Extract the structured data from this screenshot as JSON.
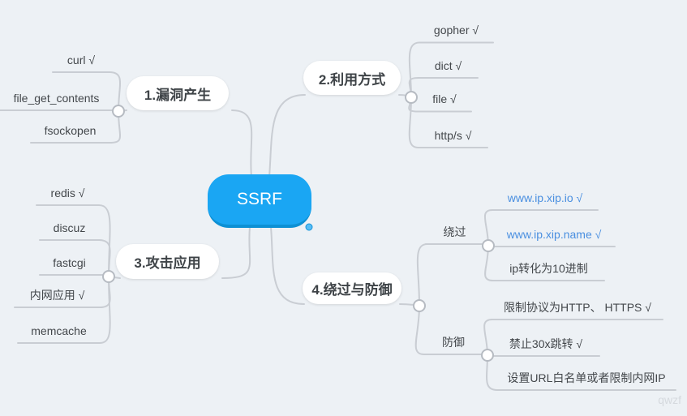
{
  "root": {
    "label": "SSRF"
  },
  "branches": [
    {
      "label": "1.漏洞产生",
      "children": [
        {
          "label": "curl √"
        },
        {
          "label": "file_get_contents"
        },
        {
          "label": "fsockopen"
        }
      ]
    },
    {
      "label": "2.利用方式",
      "children": [
        {
          "label": "gopher √"
        },
        {
          "label": "dict √"
        },
        {
          "label": "file √"
        },
        {
          "label": "http/s √"
        }
      ]
    },
    {
      "label": "3.攻击应用",
      "children": [
        {
          "label": "redis √"
        },
        {
          "label": "discuz"
        },
        {
          "label": "fastcgi"
        },
        {
          "label": "内网应用 √"
        },
        {
          "label": "memcache"
        }
      ]
    },
    {
      "label": "4.绕过与防御",
      "children": [
        {
          "label": "绕过",
          "children": [
            {
              "label": "www.ip.xip.io √",
              "is_link": true
            },
            {
              "label": "www.ip.xip.name √",
              "is_link": true
            },
            {
              "label": "ip转化为10进制",
              "is_link": false
            }
          ]
        },
        {
          "label": "防御",
          "children": [
            {
              "label": "限制协议为HTTP、 HTTPS √"
            },
            {
              "label": "禁止30x跳转 √"
            },
            {
              "label": "设置URL白名单或者限制内网IP"
            }
          ]
        }
      ]
    }
  ],
  "watermark": "qwzf",
  "colors": {
    "bg": "#edf1f5",
    "line": "#c9cdd3",
    "circle-stroke": "#b6bbc2",
    "root-fill": "#1aa6f3",
    "root-shadow": "#0d90d4",
    "topic-text": "#3e4347",
    "leaf-text": "#43474b",
    "link": "#4a8fe0",
    "watermark": "#d5d9de"
  }
}
